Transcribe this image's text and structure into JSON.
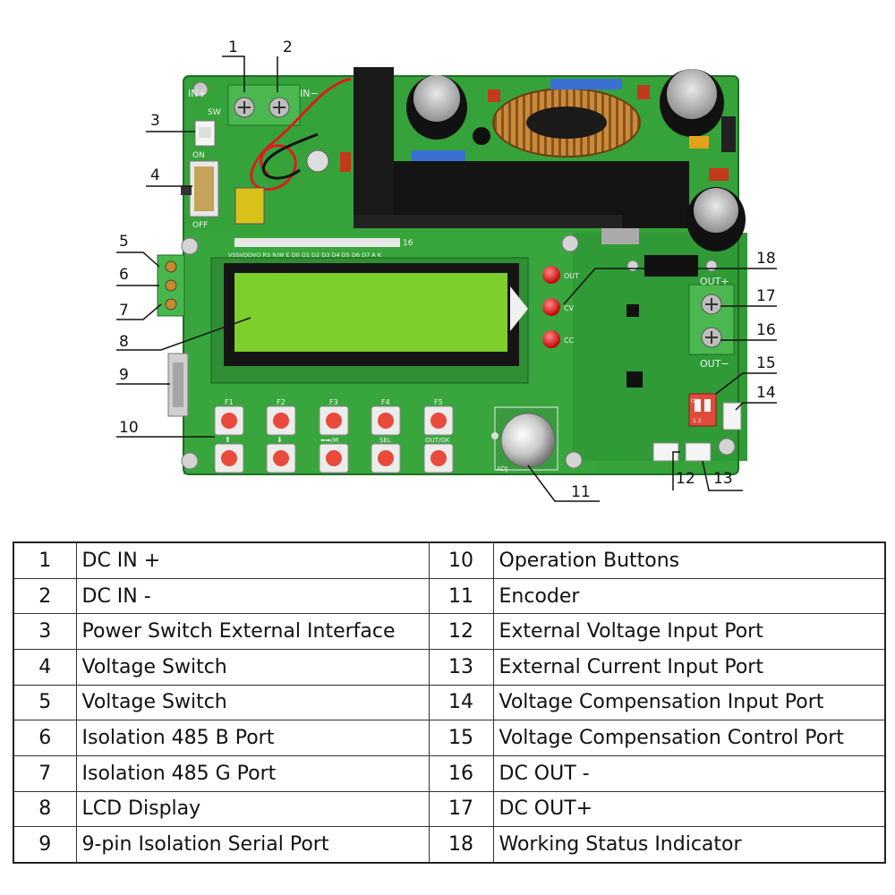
{
  "board": {
    "silkscreen": {
      "in_plus": "IN+",
      "in_minus": "IN−",
      "sw": "SW",
      "on": "ON",
      "off": "OFF",
      "pins": "VSSVDDVO  RS  R/W  E  D0  D1  D2  D3  D4  D5  D6  D7  A  K",
      "pin_16": "16",
      "out_led": "OUT",
      "cv_led": "CV",
      "cc_led": "CC",
      "out_plus": "OUT+",
      "out_minus": "OUT−",
      "dip_on": "ON",
      "dip_12": "1 2",
      "adj": "ADJ",
      "f1": "F1",
      "f2": "F2",
      "f3": "F3",
      "f4": "F4",
      "f5": "F5",
      "up": "⬆",
      "down": "⬇",
      "lr_m": "⬅➡/M",
      "sel": "SEL",
      "out_ok": "OUT/OK"
    },
    "callouts": [
      "1",
      "2",
      "3",
      "4",
      "5",
      "6",
      "7",
      "8",
      "9",
      "10",
      "11",
      "12",
      "13",
      "14",
      "15",
      "16",
      "17",
      "18"
    ]
  },
  "legend": {
    "rows": [
      {
        "n1": "1",
        "label1": "DC IN +",
        "n2": "10",
        "label2": "Operation Buttons"
      },
      {
        "n1": "2",
        "label1": "DC IN -",
        "n2": "11",
        "label2": "Encoder"
      },
      {
        "n1": "3",
        "label1": "Power Switch External Interface",
        "n2": "12",
        "label2": "External Voltage Input Port"
      },
      {
        "n1": "4",
        "label1": "Voltage Switch",
        "n2": "13",
        "label2": "External Current Input Port"
      },
      {
        "n1": "5",
        "label1": "Voltage Switch",
        "n2": "14",
        "label2": "Voltage Compensation Input Port"
      },
      {
        "n1": "6",
        "label1": "Isolation 485 B Port",
        "n2": "15",
        "label2": "Voltage Compensation Control Port"
      },
      {
        "n1": "7",
        "label1": "Isolation 485 G Port",
        "n2": "16",
        "label2": "DC OUT -"
      },
      {
        "n1": "8",
        "label1": "LCD Display",
        "n2": "17",
        "label2": "DC OUT+"
      },
      {
        "n1": "9",
        "label1": "9-pin Isolation Serial Port",
        "n2": "18",
        "label2": "Working Status Indicator"
      }
    ]
  },
  "colors": {
    "pcb": "#36a23a",
    "pcb_dark": "#2a8a30",
    "lcd": "#7fcf2c",
    "button_red": "#e84a3c",
    "led_red": "#e01818",
    "callout_line": "#111111"
  }
}
